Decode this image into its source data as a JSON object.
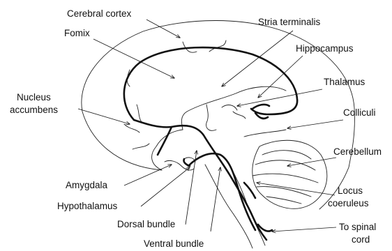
{
  "labels": {
    "cerebral_cortex": "Cerebral cortex",
    "fornix": "Fomix",
    "stria_terminalis": "Stria terminalis",
    "hippocampus": "Hippocampus",
    "thalamus": "Thalamus",
    "nucleus_accumbens_1": "Nucleus",
    "nucleus_accumbens_2": "accumbens",
    "colliculi": "Colliculi",
    "cerebellum": "Cerebellum",
    "amygdala": "Amygdala",
    "locus_coeruleus_1": "Locus",
    "locus_coeruleus_2": "coeruleus",
    "hypothalamus": "Hypothalamus",
    "dorsal_bundle": "Dorsal bundle",
    "to_spinal_cord_1": "To spinal",
    "to_spinal_cord_2": "cord",
    "ventral_bundle": "Ventral bundle"
  },
  "colors": {
    "stroke": "#222222",
    "text": "#111111",
    "background": "#ffffff"
  }
}
